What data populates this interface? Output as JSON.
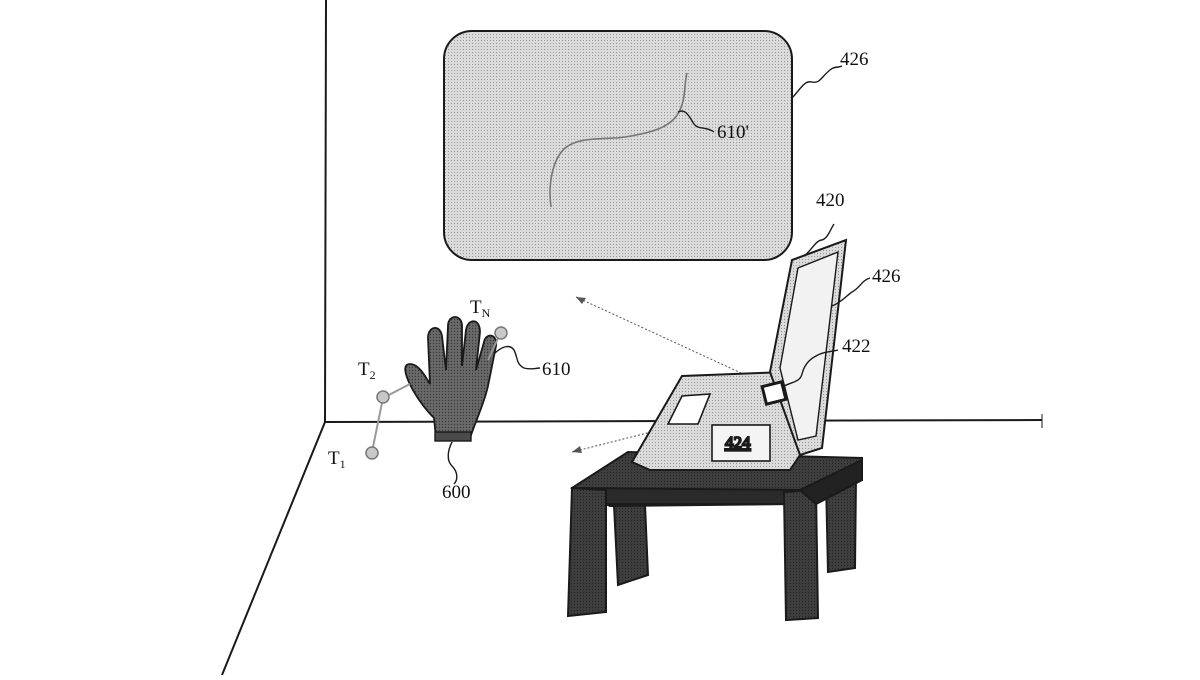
{
  "diagram": {
    "labels": {
      "screen_top": "426",
      "trace_virtual": "610'",
      "laptop": "420",
      "laptop_screen": "426",
      "wrist_device": "422",
      "keypad": "424",
      "trace": "610",
      "hand": "600"
    },
    "touch_points": [
      {
        "base": "T",
        "sub": "1"
      },
      {
        "base": "T",
        "sub": "2"
      },
      {
        "base": "T",
        "sub": "N"
      }
    ]
  },
  "colors": {
    "line": "#1a1a1a",
    "screen_fill": "#d6d6d6",
    "hand_fill": "#707070",
    "table_fill": "#3c3c3c",
    "table_leg": "#2a2a2a",
    "laptop_base": "#dcdcdc",
    "point_fill": "#c8c8c8"
  }
}
